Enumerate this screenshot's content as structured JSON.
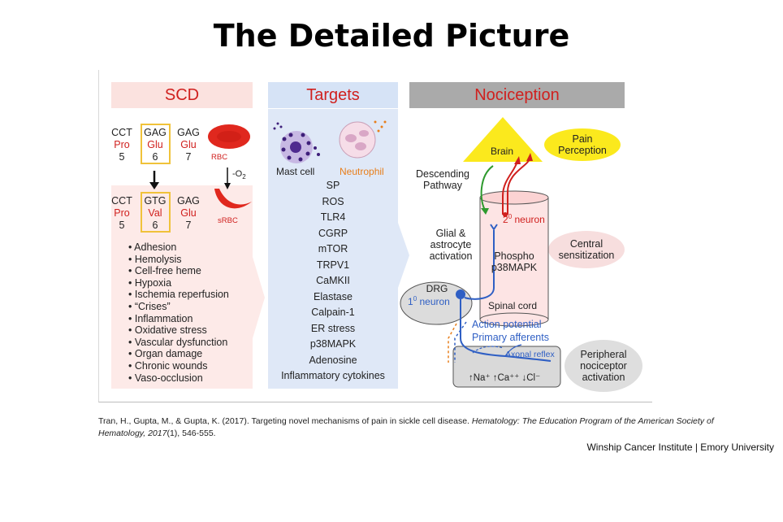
{
  "title": "The Detailed Picture",
  "panels": {
    "scd": "SCD",
    "targets": "Targets",
    "nociception": "Nociception"
  },
  "scd": {
    "codons_top": [
      {
        "codon": "CCT",
        "aa": "Pro",
        "pos": "5"
      },
      {
        "codon": "GAG",
        "aa": "Glu",
        "pos": "6"
      },
      {
        "codon": "GAG",
        "aa": "Glu",
        "pos": "7"
      }
    ],
    "codons_bottom": [
      {
        "codon": "CCT",
        "aa": "Pro",
        "pos": "5"
      },
      {
        "codon": "GTG",
        "aa": "Val",
        "pos": "6"
      },
      {
        "codon": "GAG",
        "aa": "Glu",
        "pos": "7"
      }
    ],
    "rbc": "RBC",
    "deoxy": "-O",
    "deoxy_sub": "2",
    "srbc": "sRBC",
    "consequences": [
      "Adhesion",
      "Hemolysis",
      "Cell-free heme",
      "Hypoxia",
      "Ischemia reperfusion",
      "“Crises”",
      "Inflammation",
      "Oxidative stress",
      "Vascular dysfunction",
      "Organ damage",
      "Chronic wounds",
      "Vaso-occlusion"
    ]
  },
  "targets": {
    "mast_cell": "Mast cell",
    "neutrophil": "Neutrophil",
    "list": [
      "SP",
      "ROS",
      "TLR4",
      "CGRP",
      "mTOR",
      "TRPV1",
      "CaMKII",
      "Elastase",
      "Calpain-1",
      "ER stress",
      "p38MAPK",
      "Adenosine",
      "Inflammatory cytokines"
    ]
  },
  "nociception": {
    "brain": "Brain",
    "pain_perception": "Pain Perception",
    "descending_pathway": "Descending Pathway",
    "second_neuron_sup": "0",
    "second_neuron_prefix": "2",
    "second_neuron": " neuron",
    "glial_activation": "Glial & astrocyte activation",
    "central_sensitization": "Central sensitization",
    "phospho": "Phospho p38MAPK",
    "drg": "DRG",
    "first_neuron_prefix": "1",
    "first_neuron_sup": "0",
    "first_neuron": " neuron",
    "spinal_cord": "Spinal cord",
    "action_potential": "Action potential",
    "primary_afferents": "Primary afferents",
    "axonal_reflex": "Axonal reflex",
    "ions": "↑Na⁺ ↑Ca⁺⁺ ↓Cl⁻",
    "peripheral": "Peripheral nociceptor activation"
  },
  "citation": {
    "authors": "Tran, H., Gupta, M., & Gupta, K. (2017). Targeting novel mechanisms of pain in sickle cell disease. ",
    "journal": "Hematology: The Education Program of the American Society of Hematology, 2017",
    "rest": "(1), 546-555."
  },
  "footer": "Winship Cancer Institute | Emory University",
  "colors": {
    "scd_bg": "#fde8e6",
    "targets_bg": "#dce7f7",
    "noci_header": "#a9a9a9",
    "red_accent": "#d0201e",
    "blue_accent": "#2f5fc4",
    "yellow": "#fbe91d",
    "spinal_cord": "#fde4e4"
  }
}
